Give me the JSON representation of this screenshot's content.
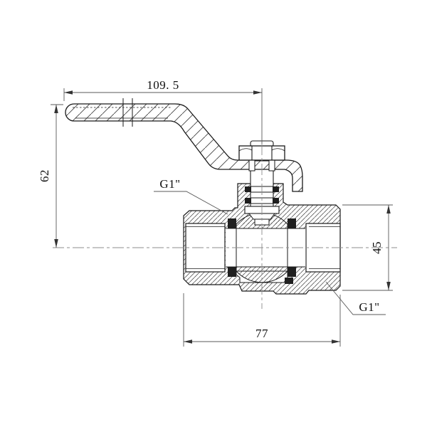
{
  "drawing": {
    "background": "#ffffff",
    "colors": {
      "object_line": "#1a1a1a",
      "dimension_line": "#5a5a5a",
      "centerline": "#8c8c8c",
      "hatch": "#404040",
      "seat_fill": "#1f1f1f",
      "text": "#111111"
    },
    "dimensions": {
      "handle_length": "109. 5",
      "handle_height": "62",
      "body_height": "45",
      "body_length": "77"
    },
    "labels": {
      "left_port_thread": "G1\"",
      "right_port_thread": "G1\""
    }
  }
}
